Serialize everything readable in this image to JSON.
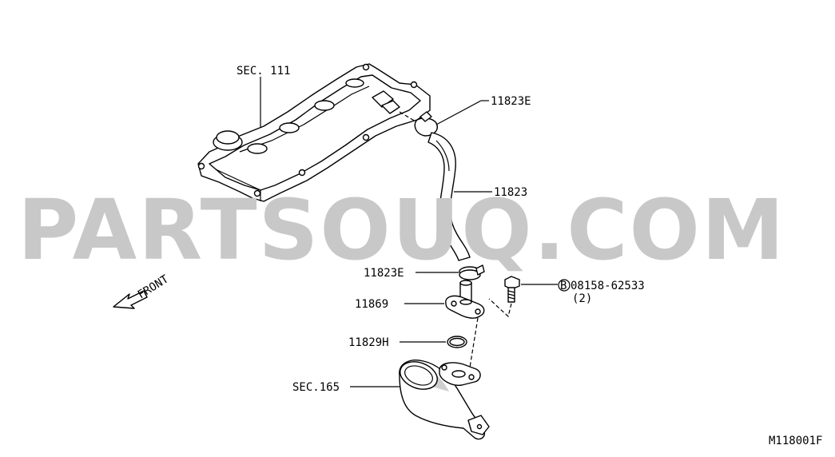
{
  "watermark": "PARTSOUQ.COM",
  "front_label": "FRONT",
  "figure_code": "M118001F",
  "callouts": {
    "sec_111": "SEC. 111",
    "hose_clamp_upper": "11823E",
    "hose": "11823",
    "hose_clamp_lower": "11823E",
    "connector": "11869",
    "gasket": "11829H",
    "bolt": "08158-62533",
    "bolt_marker": "B",
    "bolt_qty": "(2)",
    "sec_165": "SEC.165"
  }
}
